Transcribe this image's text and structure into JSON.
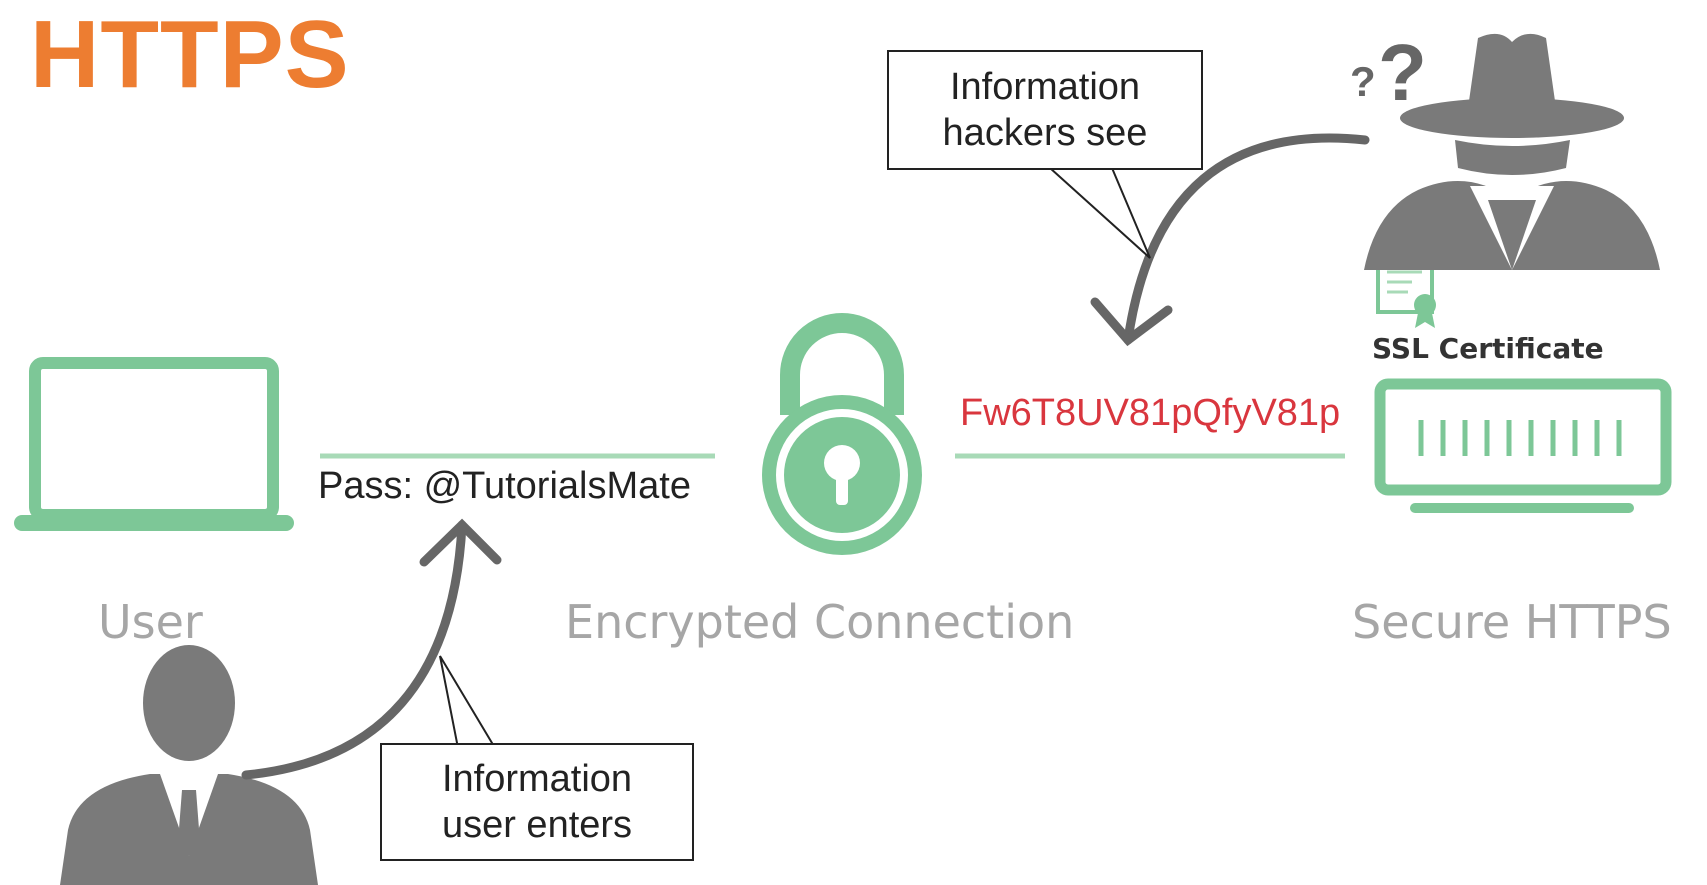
{
  "title": "HTTPS",
  "colors": {
    "title": "#ed7d31",
    "green": "#7dc797",
    "green_light": "#a8dab7",
    "gray_figure": "#7a7a7a",
    "arrow": "#666666",
    "label_gray": "#a6a6a6",
    "encrypted_text": "#d9363e"
  },
  "nodes": {
    "user": {
      "label": "User",
      "icon": "laptop-icon"
    },
    "connection": {
      "label": "Encrypted Connection",
      "icon": "padlock-icon"
    },
    "server": {
      "label": "Secure HTTPS",
      "icon": "server-icon",
      "certificate_label": "SSL Certificate",
      "certificate_icon": "certificate-icon"
    }
  },
  "links": {
    "plain_text": "Pass: @TutorialsMate",
    "encrypted_text": "Fw6T8UV81pQfyV81p"
  },
  "callouts": {
    "hacker": {
      "line1": "Information",
      "line2": "hackers see"
    },
    "user": {
      "line1": "Information",
      "line2": "user enters"
    }
  },
  "actors": {
    "hacker_icon": "spy-hacker-icon",
    "question_icon": "question-marks-icon",
    "person_icon": "businessman-icon"
  }
}
